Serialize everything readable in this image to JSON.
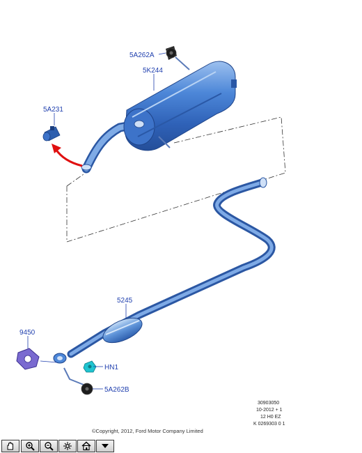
{
  "callouts": {
    "label_5a262a": "5A262A",
    "label_5k244": "5K244",
    "label_5a231": "5A231",
    "label_5245": "5245",
    "label_9450": "9450",
    "label_hn1": "HN1",
    "label_5a262b": "5A262B"
  },
  "drawing_codes": [
    "30903050",
    "10-2012 + 1",
    "12 H0 EZ",
    "K 0269303 0 1"
  ],
  "copyright": "©Copyright, 2012, Ford Motor Company Limited",
  "toolbar": {
    "buttons": [
      {
        "name": "pan-hand-icon"
      },
      {
        "name": "zoom-in-icon"
      },
      {
        "name": "zoom-out-icon"
      },
      {
        "name": "fit-view-icon"
      },
      {
        "name": "home-icon"
      },
      {
        "name": "dropdown-arrow-icon"
      }
    ]
  },
  "colors": {
    "callout_text": "#1f3fae",
    "pipe_blue": "#3d73c9",
    "arrow_red": "#e01010",
    "hn1_teal": "#1fc4d0",
    "gasket_purple": "#7a6ad0"
  }
}
